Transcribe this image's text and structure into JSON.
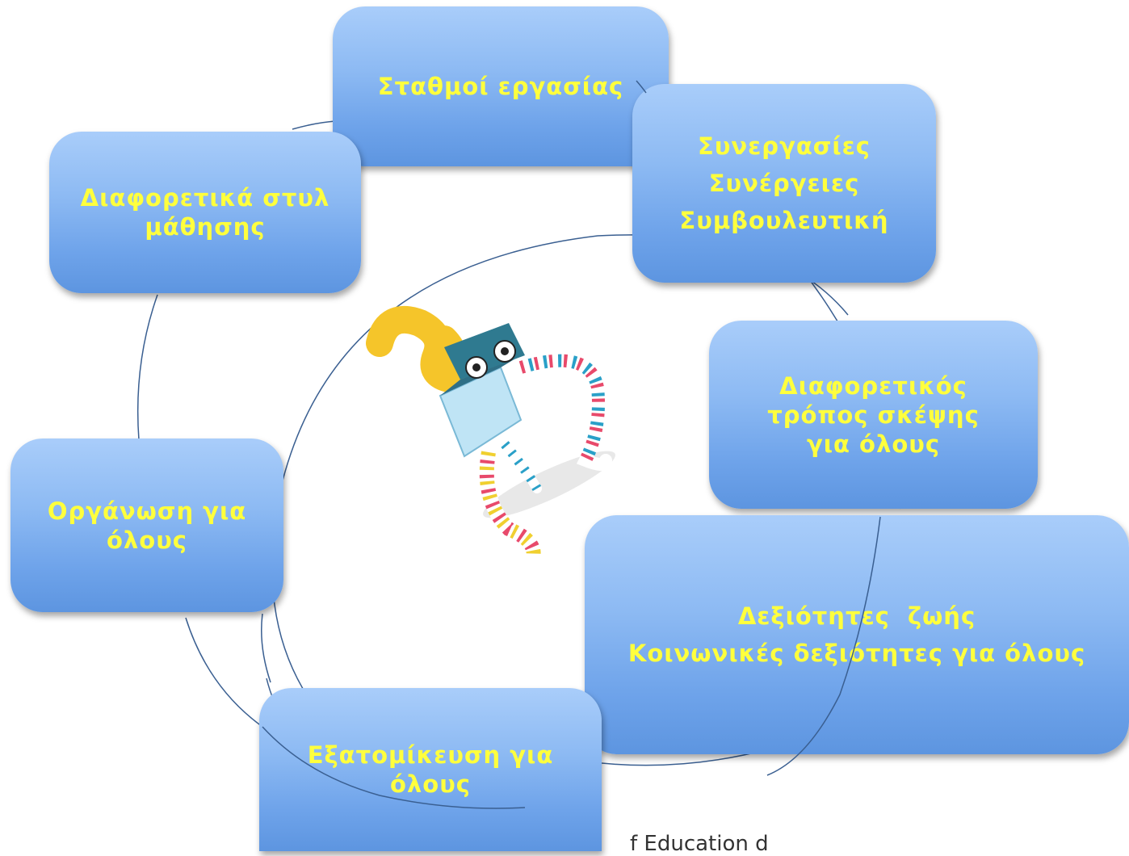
{
  "nodes": {
    "stations": {
      "lines": [
        "Σταθμοί εργασίας"
      ]
    },
    "cooperation": {
      "lines": [
        "Συνεργασίες",
        "Συνέργειες",
        "Συμβουλευτική"
      ]
    },
    "thinking": {
      "lines": [
        "Διαφορετικός τρόπος σκέψης για όλους"
      ]
    },
    "life_skills": {
      "lines": [
        "Δεξιότητες  ζωής",
        "Κοινωνικές δεξιότητες για όλους"
      ]
    },
    "individualization": {
      "lines": [
        "Εξατομίκευση για όλους"
      ]
    },
    "organization": {
      "lines": [
        "Οργάνωση για όλους"
      ]
    },
    "learning_styles": {
      "lines": [
        "Διαφορετικά στυλ μάθησης"
      ]
    }
  },
  "footer_fragment": "f Education d",
  "colors": {
    "node_text": "#ffff3d",
    "node_fill": "#8dbaf3",
    "ring_line": "#3a5f91"
  },
  "center_image": {
    "icon": "mascot-figure-icon"
  }
}
